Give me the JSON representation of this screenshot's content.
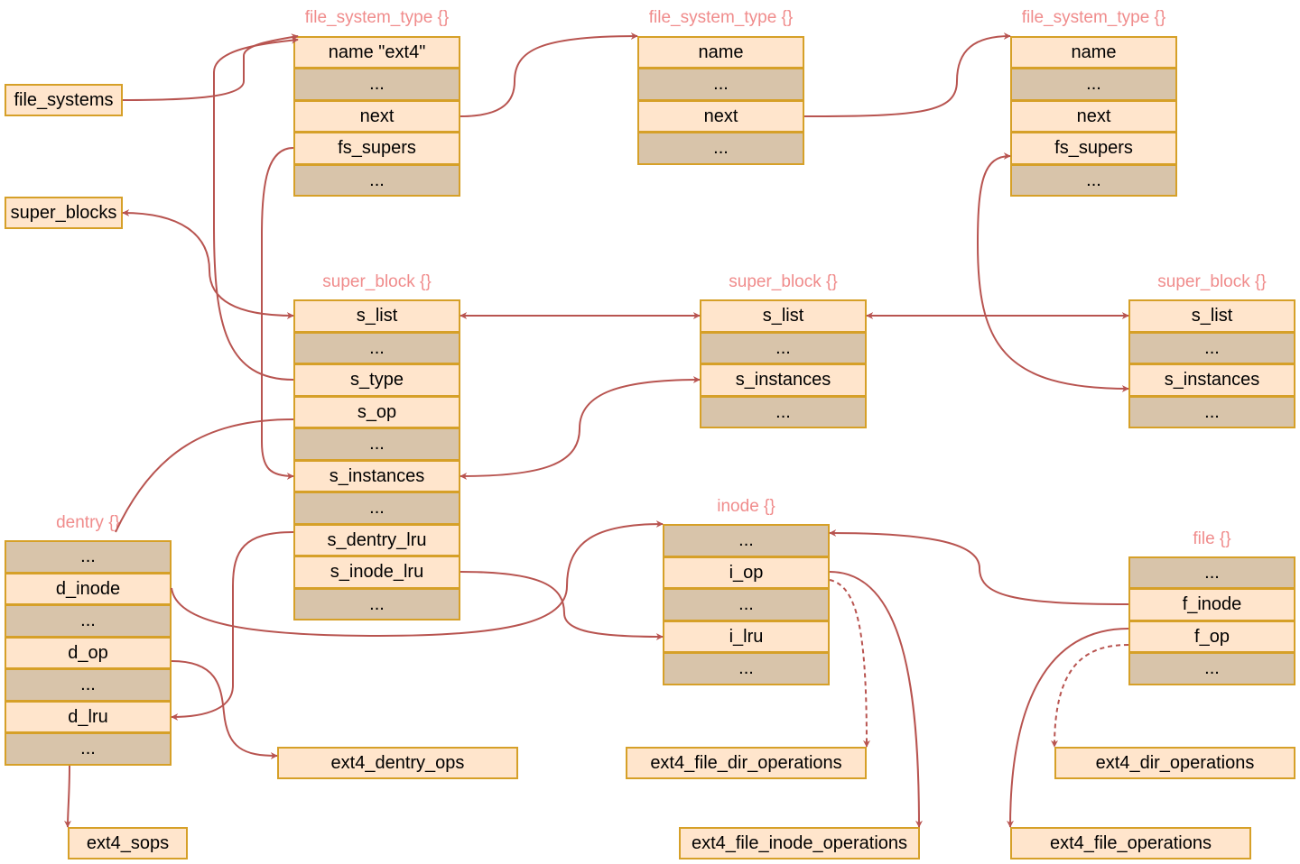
{
  "colors": {
    "edge": "#b85450",
    "fill_light": "#ffe5cc",
    "fill_dark": "#d8c4aa",
    "stroke": "#d6a028",
    "title": "#f08c8c"
  },
  "labels": {
    "file_systems": "file_systems",
    "super_blocks": "super_blocks",
    "ext4_dentry_ops": "ext4_dentry_ops",
    "ext4_sops": "ext4_sops",
    "ext4_file_dir_operations": "ext4_file_dir_operations",
    "ext4_file_inode_operations": "ext4_file_inode_operations",
    "ext4_dir_operations": "ext4_dir_operations",
    "ext4_file_operations": "ext4_file_operations"
  },
  "structs": {
    "fst1": {
      "title": "file_system_type {}",
      "fields": [
        "name \"ext4\"",
        "...",
        "next",
        "fs_supers",
        "..."
      ]
    },
    "fst2": {
      "title": "file_system_type {}",
      "fields": [
        "name",
        "...",
        "next",
        "..."
      ]
    },
    "fst3": {
      "title": "file_system_type {}",
      "fields": [
        "name",
        "...",
        "next",
        "fs_supers",
        "..."
      ]
    },
    "sb1": {
      "title": "super_block {}",
      "fields": [
        "s_list",
        "...",
        "s_type",
        "s_op",
        "...",
        "s_instances",
        "...",
        "s_dentry_lru",
        "s_inode_lru",
        "..."
      ]
    },
    "sb2": {
      "title": "super_block {}",
      "fields": [
        "s_list",
        "...",
        "s_instances",
        "..."
      ]
    },
    "sb3": {
      "title": "super_block {}",
      "fields": [
        "s_list",
        "...",
        "s_instances",
        "..."
      ]
    },
    "dentry": {
      "title": "dentry {}",
      "fields": [
        "...",
        "d_inode",
        "...",
        "d_op",
        "...",
        "d_lru",
        "..."
      ]
    },
    "inode": {
      "title": "inode {}",
      "fields": [
        "...",
        "i_op",
        "...",
        "i_lru",
        "..."
      ]
    },
    "file": {
      "title": "file {}",
      "fields": [
        "...",
        "f_inode",
        "f_op",
        "..."
      ]
    }
  }
}
